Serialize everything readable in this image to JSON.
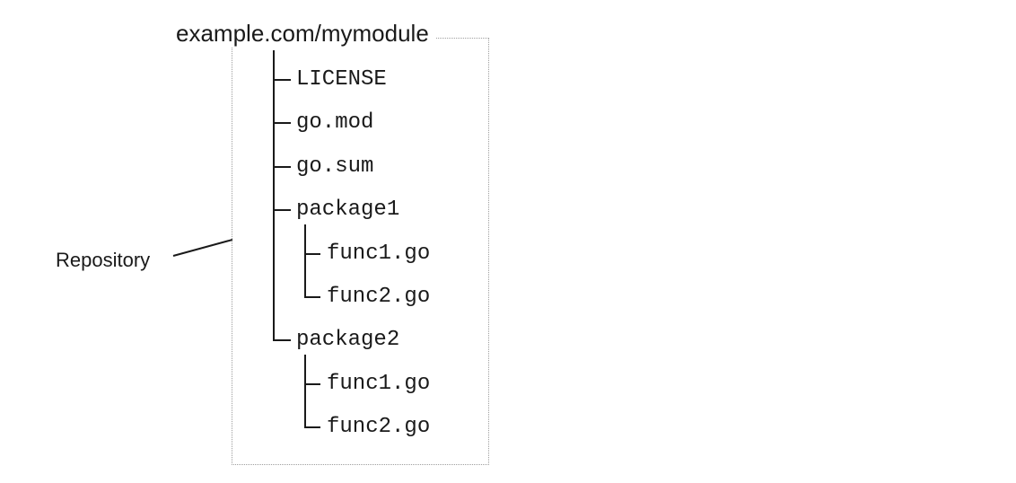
{
  "colors": {
    "text": "#1a1a1a",
    "line": "#1a1a1a",
    "dotted_border": "#9e9e9e"
  },
  "diagram": {
    "module_title": "example.com/mymodule",
    "repository_label": "Repository",
    "tree": {
      "items": [
        {
          "label": "LICENSE",
          "level": 1
        },
        {
          "label": "go.mod",
          "level": 1
        },
        {
          "label": "go.sum",
          "level": 1
        },
        {
          "label": "package1",
          "level": 1
        },
        {
          "label": "func1.go",
          "level": 2
        },
        {
          "label": "func2.go",
          "level": 2
        },
        {
          "label": "package2",
          "level": 1
        },
        {
          "label": "func1.go",
          "level": 2
        },
        {
          "label": "func2.go",
          "level": 2
        }
      ]
    }
  }
}
